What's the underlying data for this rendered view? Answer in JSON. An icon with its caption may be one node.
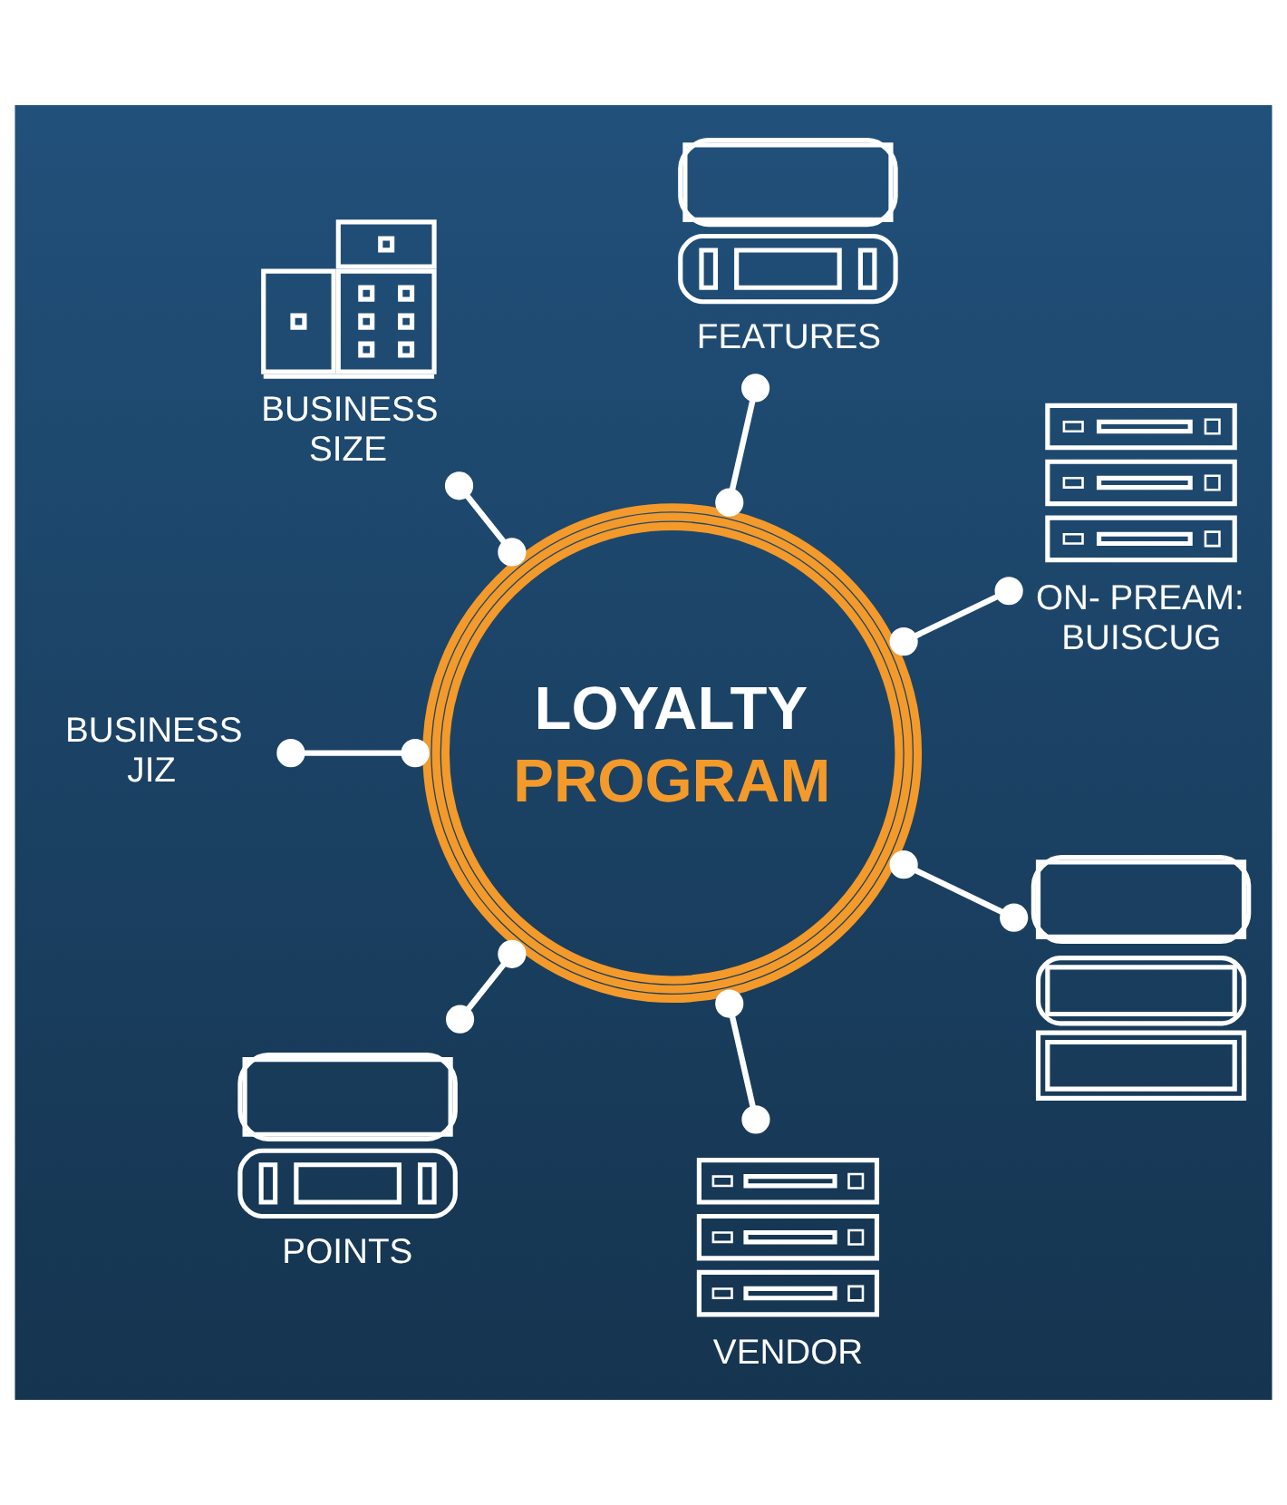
{
  "diagram": {
    "nodes": [
      {
        "text": [
          "LOYALTY",
          "PROGRAM"
        ]
      },
      {
        "text": [
          "ON- PREAM: BUISCUG"
        ]
      },
      {
        "text": [
          "FEATURES"
        ]
      },
      {
        "text": [
          "BUSINESS SIZE"
        ]
      },
      {
        "text": [
          "BUSINESS JIZ"
        ]
      },
      {
        "text": [
          "POINTS"
        ]
      },
      {
        "text": [
          "VENDOR"
        ]
      },
      {
        "text": [],
        "shape": "picture"
      }
    ],
    "edges": [
      {
        "from": 0,
        "to": 1,
        "arrow": "other"
      },
      {
        "from": 0,
        "to": 2,
        "arrow": "other"
      },
      {
        "from": 0,
        "to": 3,
        "arrow": "other"
      },
      {
        "from": 0,
        "to": 4,
        "arrow": "other"
      },
      {
        "from": 0,
        "to": 5,
        "arrow": "other"
      },
      {
        "from": 0,
        "to": 6,
        "arrow": "other"
      },
      {
        "from": 0,
        "to": 7,
        "arrow": "other"
      }
    ]
  }
}
